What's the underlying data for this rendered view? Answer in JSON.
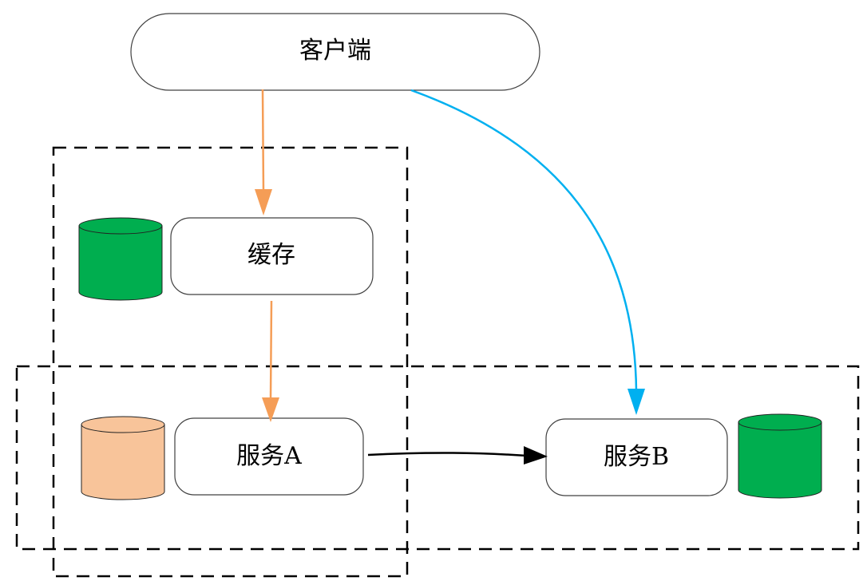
{
  "diagram": {
    "nodes": {
      "client": {
        "label": "客户端"
      },
      "cache": {
        "label": "缓存"
      },
      "service_a": {
        "label": "服务A"
      },
      "service_b": {
        "label": "服务B"
      }
    },
    "databases": {
      "cache_db": {
        "color": "#00ae4f"
      },
      "service_a_db": {
        "color": "#f8c49a"
      },
      "service_b_db": {
        "color": "#00ae4f"
      }
    },
    "edges": [
      {
        "from": "client",
        "to": "cache",
        "color": "#f59d56"
      },
      {
        "from": "cache",
        "to": "service_a",
        "color": "#f59d56"
      },
      {
        "from": "service_a",
        "to": "service_b",
        "color": "#000000"
      },
      {
        "from": "client",
        "to": "service_b",
        "color": "#00b0f0"
      }
    ],
    "groups": [
      {
        "name": "cache-service-a-group",
        "style": "dashed"
      },
      {
        "name": "services-group",
        "style": "dashed"
      }
    ]
  }
}
